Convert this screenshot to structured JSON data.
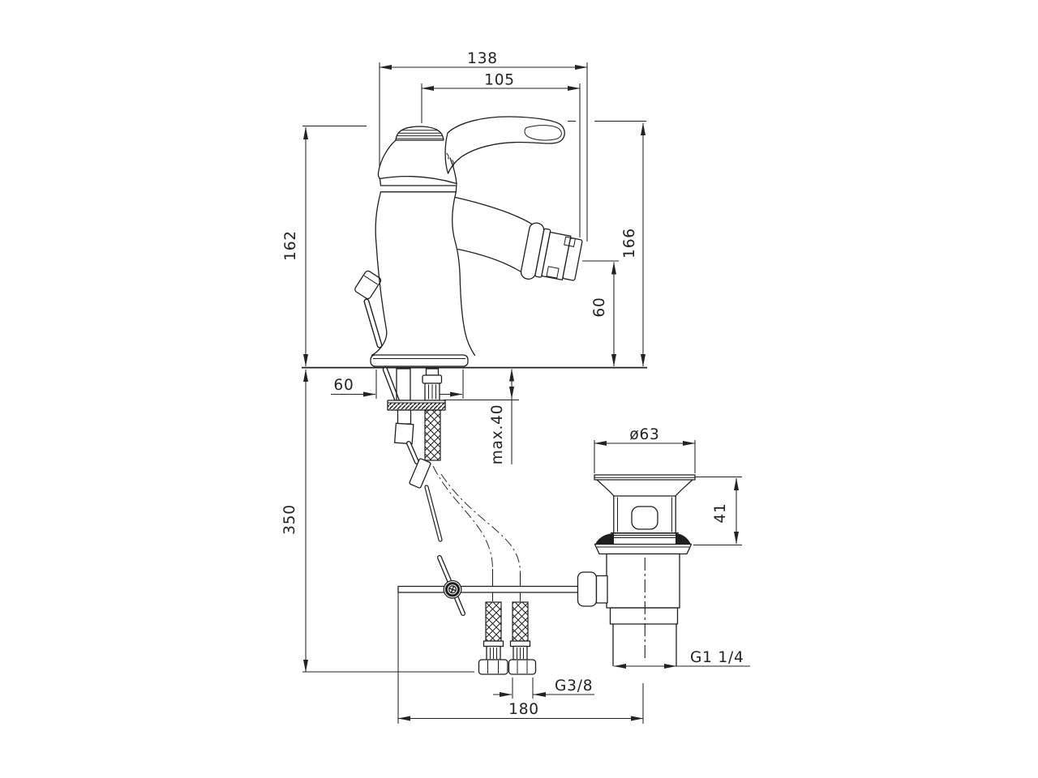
{
  "page": {
    "background": "#ffffff"
  },
  "drawing": {
    "type": "technical-dimension-drawing",
    "subject": "single-lever bidet mixer with pop-up waste set",
    "colors": {
      "line": "#1f1f1f",
      "background": "#ffffff"
    },
    "labels": {
      "overall_width": "138",
      "spout_reach": "105",
      "body_height": "162",
      "overall_height": "166",
      "spout_height": "60",
      "base_width": "60",
      "max_deck_thickness": "max.40",
      "hose_drop": "350",
      "waste_flange_diameter": "ø63",
      "waste_top_height": "41",
      "waste_thread": "G1 1/4",
      "supply_thread": "G3/8",
      "waste_offset": "180"
    }
  }
}
